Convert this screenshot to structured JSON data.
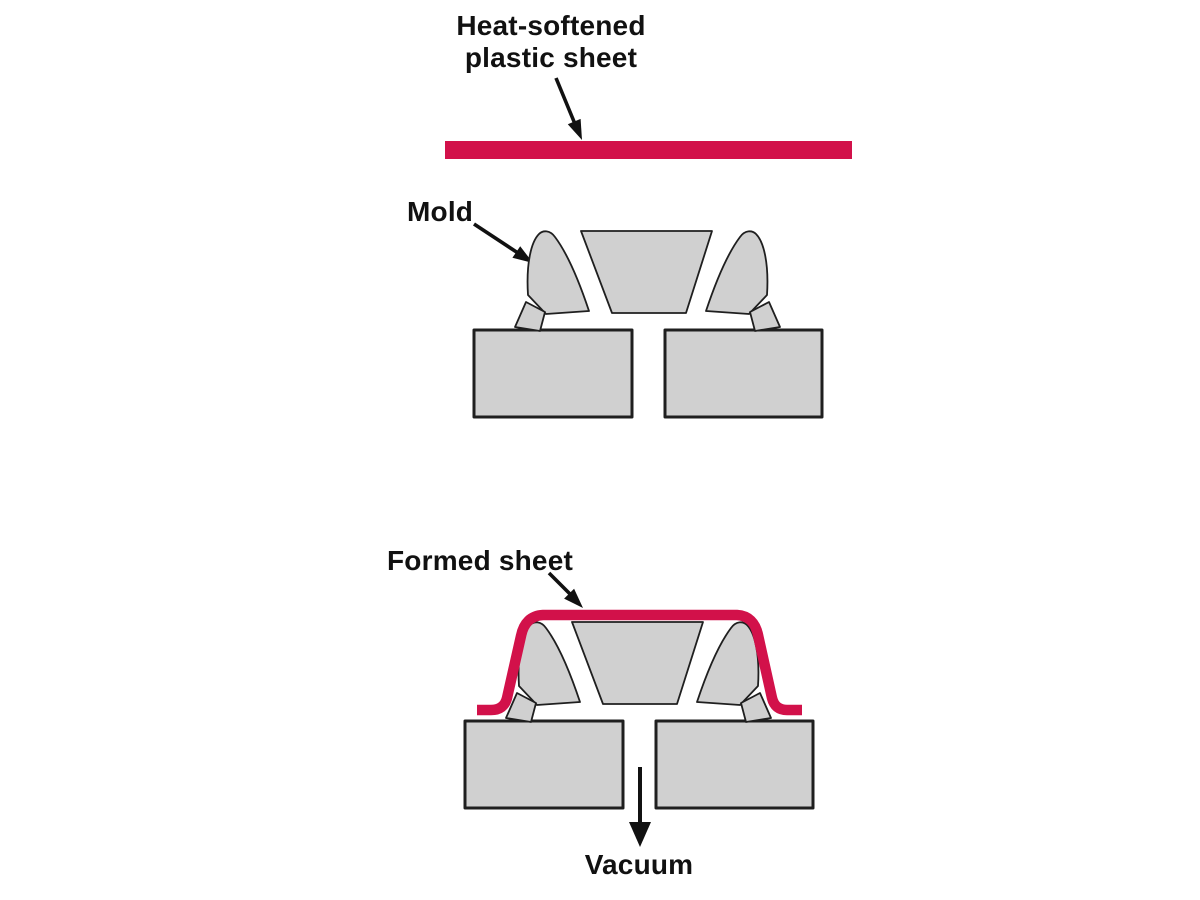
{
  "page": {
    "background": "#ffffff",
    "description_labels_count": "4"
  },
  "colors": {
    "sheet": "#d2114a",
    "mold_fill": "#d0d0d0",
    "outline": "#1f1f1f",
    "text": "#111111"
  },
  "labels": {
    "heated_sheet": {
      "lines": [
        "Heat-softened",
        "plastic sheet"
      ]
    },
    "mold": "Mold",
    "formed_sheet": "Formed sheet",
    "vacuum": "Vacuum"
  }
}
